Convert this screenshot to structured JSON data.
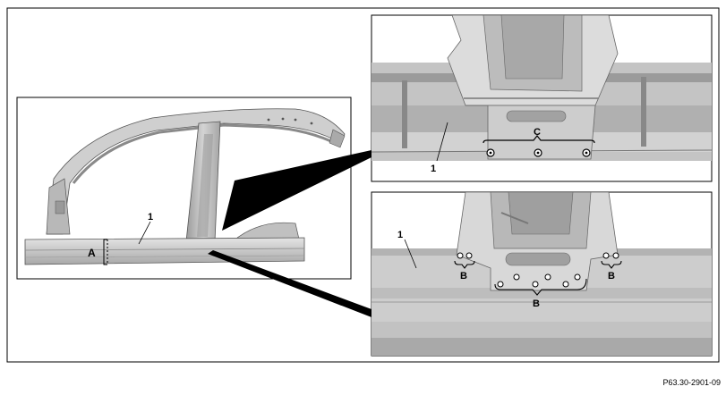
{
  "figure": {
    "reference_code": "P63.30-2901-09"
  },
  "overview": {
    "part_label": "1",
    "section_label": "A"
  },
  "detail_top": {
    "part_label": "1",
    "weld_group_label": "C"
  },
  "detail_bottom": {
    "part_label": "1",
    "weld_group_left_label": "B",
    "weld_group_center_label": "B",
    "weld_group_right_label": "B"
  },
  "colors": {
    "frame": "#000000",
    "panel_light": "#d7d7d7",
    "panel_mid": "#b9b9b9",
    "panel_dark": "#8c8c8c",
    "sill": "#c9c9c9"
  }
}
